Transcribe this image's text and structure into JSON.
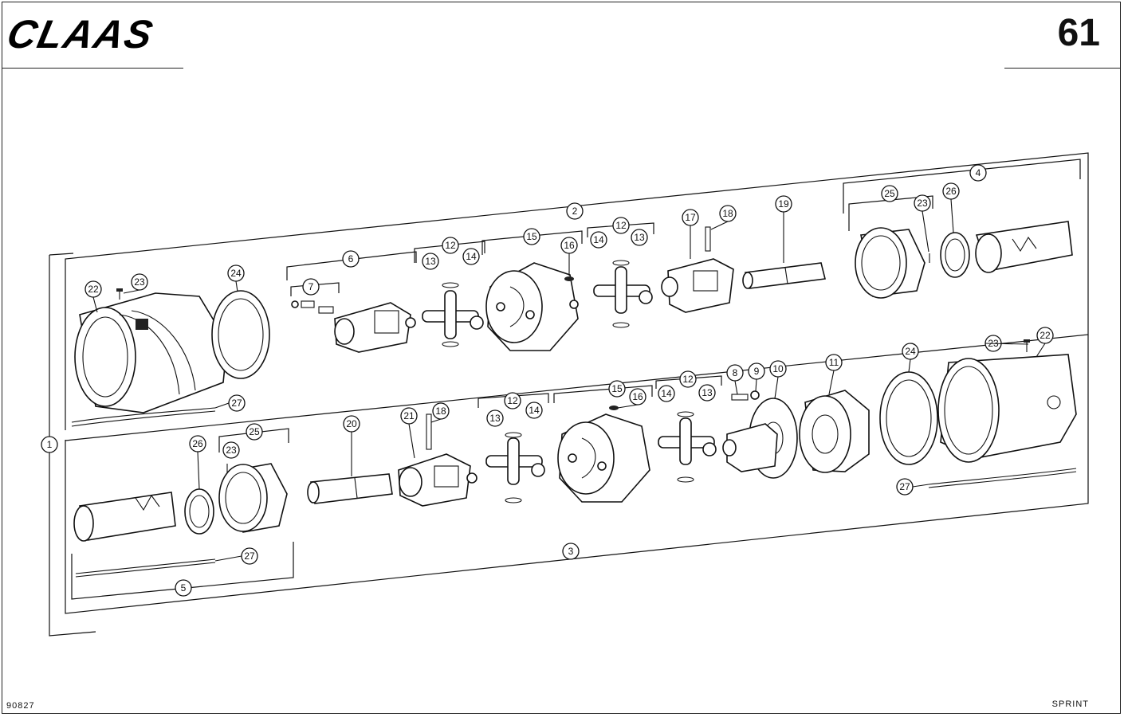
{
  "header": {
    "brand": "CLAAS",
    "page_number": "61"
  },
  "footer": {
    "drawing_number": "90827",
    "model": "SPRINT"
  },
  "callouts": {
    "c1": "1",
    "c2": "2",
    "c3": "3",
    "c4": "4",
    "c5": "5",
    "c6": "6",
    "c7": "7",
    "c8": "8",
    "c9": "9",
    "c10": "10",
    "c11": "11",
    "c12a": "12",
    "c12b": "12",
    "c12c": "12",
    "c12d": "12",
    "c13a": "13",
    "c13b": "13",
    "c13c": "13",
    "c13d": "13",
    "c14a": "14",
    "c14b": "14",
    "c14c": "14",
    "c14d": "14",
    "c15a": "15",
    "c15b": "15",
    "c16a": "16",
    "c16b": "16",
    "c17": "17",
    "c18a": "18",
    "c18b": "18",
    "c19": "19",
    "c20": "20",
    "c21": "21",
    "c22a": "22",
    "c22b": "22",
    "c23a": "23",
    "c23b": "23",
    "c23c": "23",
    "c23d": "23",
    "c24a": "24",
    "c24b": "24",
    "c25a": "25",
    "c25b": "25",
    "c26a": "26",
    "c26b": "26",
    "c27a": "27",
    "c27b": "27",
    "c27c": "27"
  }
}
